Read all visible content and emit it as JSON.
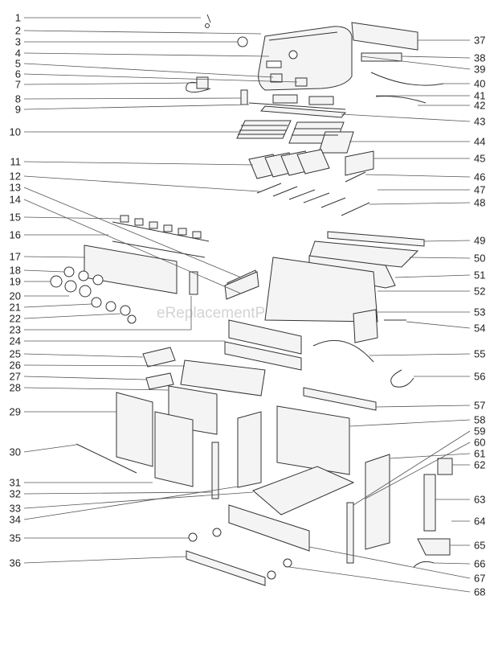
{
  "watermark": "eReplacementParts.com",
  "callouts_left": [
    "1",
    "2",
    "3",
    "4",
    "5",
    "6",
    "7",
    "8",
    "9",
    "10",
    "11",
    "12",
    "13",
    "14",
    "15",
    "16",
    "17",
    "18",
    "19",
    "20",
    "21",
    "22",
    "23",
    "24",
    "25",
    "26",
    "27",
    "28",
    "29",
    "30",
    "31",
    "32",
    "33",
    "34",
    "35",
    "36"
  ],
  "callouts_right": [
    "37",
    "38",
    "39",
    "40",
    "41",
    "42",
    "43",
    "44",
    "45",
    "46",
    "47",
    "48",
    "49",
    "50",
    "51",
    "52",
    "53",
    "54",
    "55",
    "56",
    "57",
    "58",
    "59",
    "60",
    "61",
    "62",
    "63",
    "64",
    "65",
    "66",
    "67",
    "68"
  ]
}
